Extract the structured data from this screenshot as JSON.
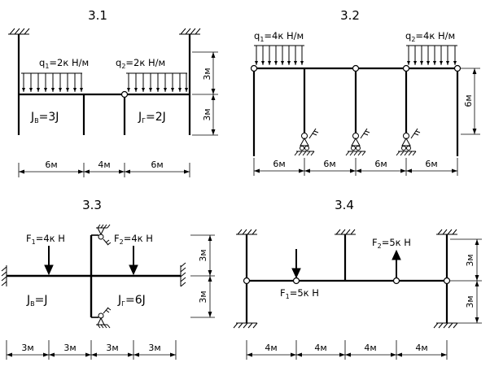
{
  "figures": [
    {
      "id": "3.1",
      "title": "3.1",
      "loads": [
        {
          "q": "q",
          "sub": "1",
          "val": "=2к Н/м"
        },
        {
          "q": "q",
          "sub": "2",
          "val": "=2к Н/м"
        }
      ],
      "stiffness": [
        {
          "j": "J",
          "sub": "В",
          "val": "=3J"
        },
        {
          "j": "J",
          "sub": "Г",
          "val": "=2J"
        }
      ],
      "dims_h": [
        "6м",
        "4м",
        "6м"
      ],
      "dims_v": [
        "3м",
        "3м"
      ]
    },
    {
      "id": "3.2",
      "title": "3.2",
      "loads": [
        {
          "q": "q",
          "sub": "1",
          "val": "=4к Н/м"
        },
        {
          "q": "q",
          "sub": "2",
          "val": "=4к Н/м"
        }
      ],
      "dims_h": [
        "6м",
        "6м",
        "6м",
        "6м"
      ],
      "dims_v": [
        "6м"
      ]
    },
    {
      "id": "3.3",
      "title": "3.3",
      "forces": [
        {
          "f": "F",
          "sub": "1",
          "val": "=4к Н"
        },
        {
          "f": "F",
          "sub": "2",
          "val": "=4к Н"
        }
      ],
      "stiffness": [
        {
          "j": "J",
          "sub": "В",
          "val": "=J"
        },
        {
          "j": "J",
          "sub": "Г",
          "val": "=6J"
        }
      ],
      "dims_h": [
        "3м",
        "3м",
        "3м",
        "3м"
      ],
      "dims_v": [
        "3м",
        "3м"
      ]
    },
    {
      "id": "3.4",
      "title": "3.4",
      "forces": [
        {
          "f": "F",
          "sub": "1",
          "val": "=5к Н"
        },
        {
          "f": "F",
          "sub": "2",
          "val": "=5к Н"
        }
      ],
      "dims_h": [
        "4м",
        "4м",
        "4м",
        "4м"
      ],
      "dims_v": [
        "3м",
        "3м"
      ]
    }
  ]
}
